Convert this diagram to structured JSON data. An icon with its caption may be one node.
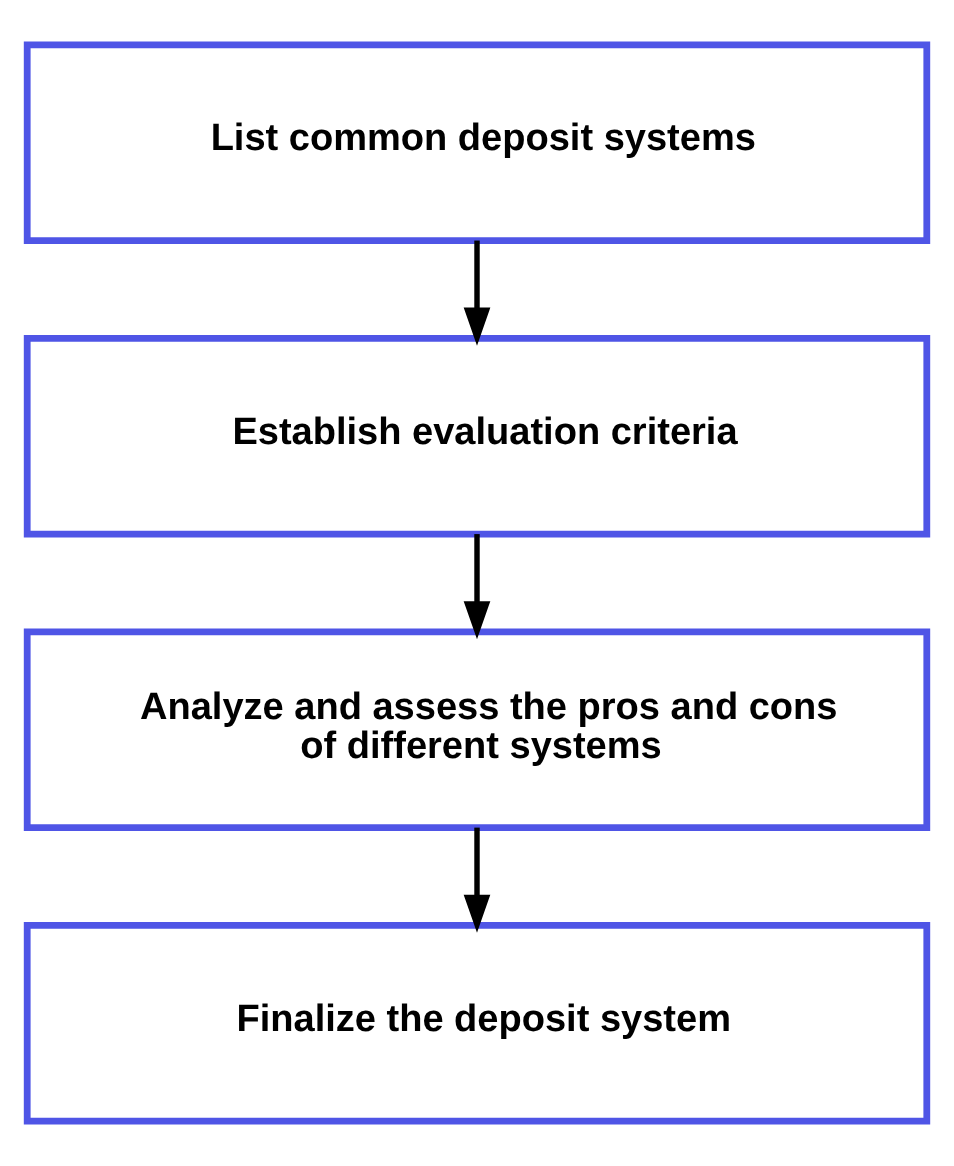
{
  "diagram": {
    "nodes": [
      {
        "text": [
          "List common deposit systems"
        ]
      },
      {
        "text": [
          "Establish evaluation criteria"
        ]
      },
      {
        "text": [
          "Analyze and assess the pros and cons of different systems"
        ]
      },
      {
        "text": [
          "Finalize the deposit system"
        ]
      }
    ],
    "edges": [
      {
        "from": 0,
        "to": 1,
        "arrow": "to"
      },
      {
        "from": 1,
        "to": 2,
        "arrow": "to"
      },
      {
        "from": 2,
        "to": 3,
        "arrow": "to"
      }
    ]
  }
}
